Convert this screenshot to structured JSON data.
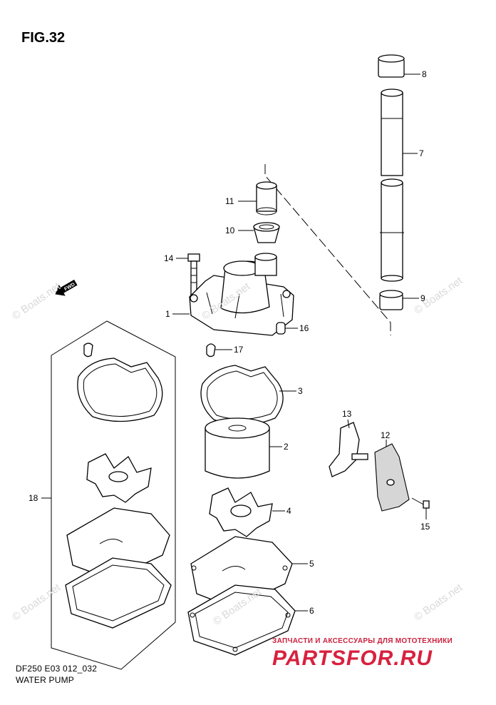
{
  "figure": {
    "title": "FIG.32"
  },
  "footer": {
    "code": "DF250 E03 012_032",
    "name": "WATER PUMP"
  },
  "branding": {
    "tagline": "ЗАПЧАСТИ И АКСЕССУАРЫ ДЛЯ МОТОТЕХНИКИ",
    "site": "PARTSFOR.RU",
    "color": "#d8213f"
  },
  "watermarks": {
    "text": "© Boats.net"
  },
  "direction_indicator": {
    "label": "FWD"
  },
  "callouts": [
    "1",
    "2",
    "3",
    "4",
    "5",
    "6",
    "7",
    "8",
    "9",
    "10",
    "11",
    "12",
    "13",
    "14",
    "15",
    "16",
    "17",
    "18"
  ]
}
